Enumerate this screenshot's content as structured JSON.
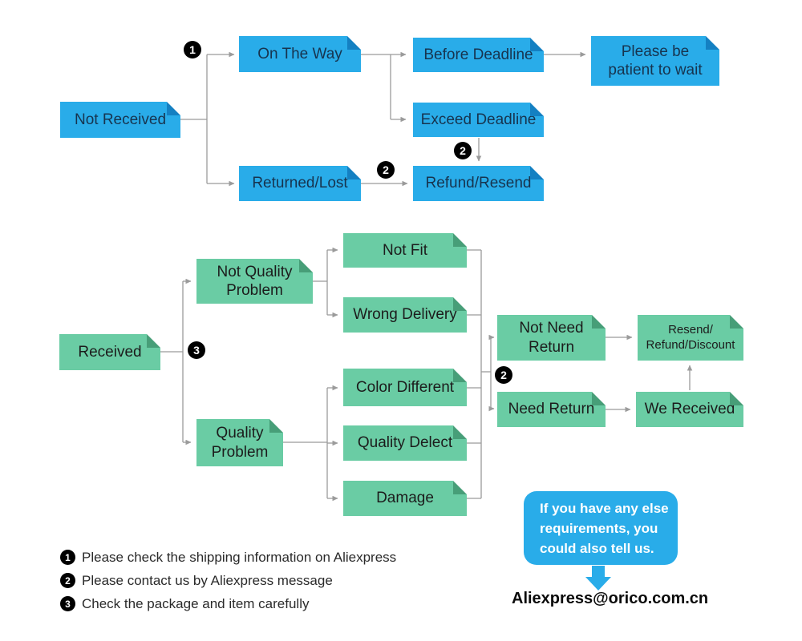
{
  "diagram": {
    "not_received_flow": {
      "not_received": "Not Received",
      "on_the_way": "On The Way",
      "before_deadline": "Before Deadline",
      "please_wait": "Please be\npatient to wait",
      "exceed_deadline": "Exceed Deadline",
      "returned_lost": "Returned/Lost",
      "refund_resend": "Refund/Resend"
    },
    "received_flow": {
      "received": "Received",
      "not_quality_problem": "Not Quality\nProblem",
      "quality_problem": "Quality\nProblem",
      "not_fit": "Not Fit",
      "wrong_delivery": "Wrong Delivery",
      "color_different": "Color Different",
      "quality_delect": "Quality Delect",
      "damage": "Damage",
      "not_need_return": "Not Need\nReturn",
      "resend_refund_discount": "Resend/\nRefund/Discount",
      "need_return": "Need Return",
      "we_received": "We Received"
    },
    "badges": {
      "one": "1",
      "two": "2",
      "three": "3"
    },
    "legend": [
      {
        "num": "1",
        "text": "Please check the shipping information on Aliexpress"
      },
      {
        "num": "2",
        "text": "Please contact us by Aliexpress message"
      },
      {
        "num": "3",
        "text": "Check the package and item carefully"
      }
    ],
    "contact": {
      "bubble": "If you have any else\nrequirements, you\ncould also tell us.",
      "email": "Aliexpress@orico.com.cn"
    },
    "colors": {
      "blue": "#29ACE9",
      "blue_fold": "#1480C2",
      "green": "#6ACCA4",
      "green_fold": "#479E78",
      "line": "#9B9B9B"
    }
  }
}
